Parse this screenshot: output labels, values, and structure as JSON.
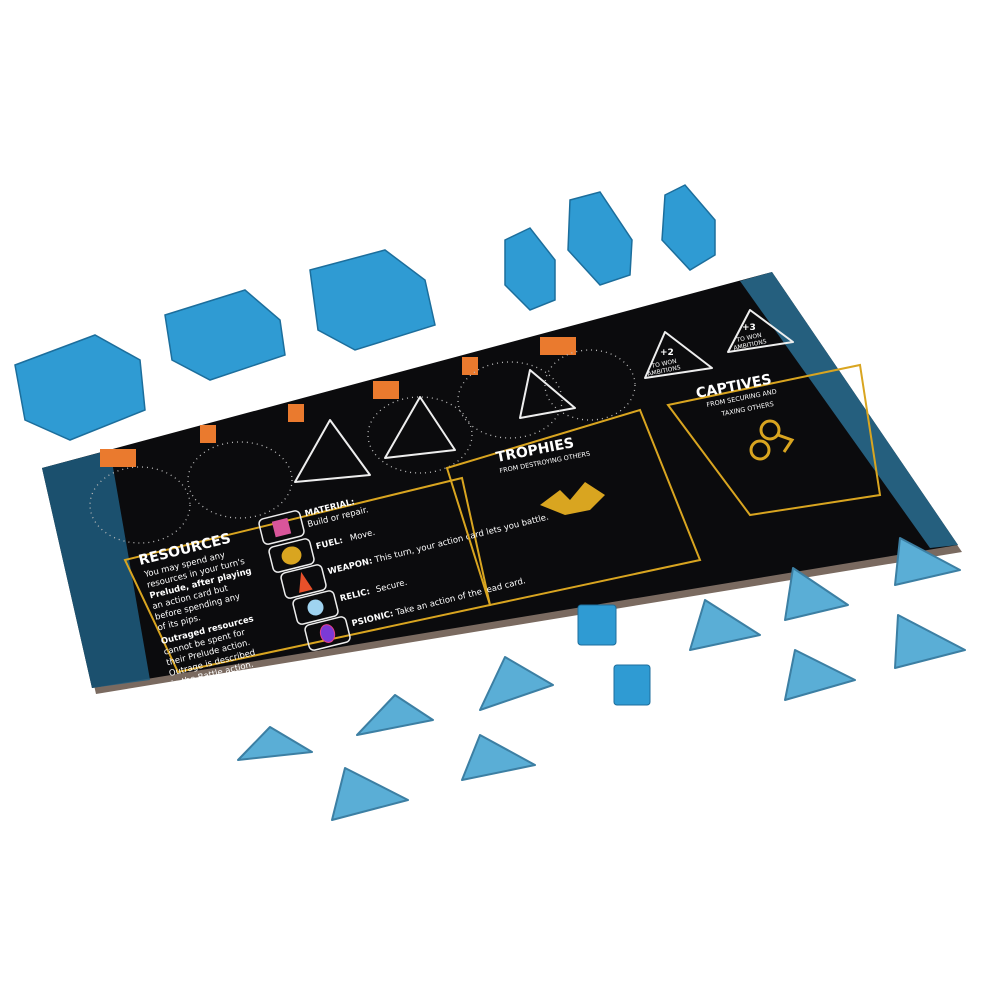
{
  "board": {
    "colors": {
      "board": "#0b0b0d",
      "edge": "#2a6f93",
      "gold": "#d9a520",
      "orange_tab": "#ea7a2e",
      "piece_blue": "#2f9bd3",
      "token_blue": "#5aaed6"
    },
    "resources": {
      "title": "RESOURCES",
      "text": [
        "You may spend any",
        "resources in your turn's",
        "Prelude, after playing",
        "an action card but",
        "before spending any",
        "of its pips."
      ],
      "outrage_text": [
        "Outraged resources",
        "cannot be spent for",
        "their Prelude action.",
        "Outrage is described",
        "in the Battle action."
      ],
      "items": [
        {
          "name": "MATERIAL:",
          "desc": "Build or repair.",
          "icon": "material-cube-icon",
          "color": "#d9559a"
        },
        {
          "name": "FUEL:",
          "desc": "Move.",
          "icon": "fuel-barrel-icon",
          "color": "#d9a520"
        },
        {
          "name": "WEAPON:",
          "desc": "This turn, your action card lets you battle.",
          "icon": "weapon-rocket-icon",
          "color": "#e8502a"
        },
        {
          "name": "RELIC:",
          "desc": "Secure.",
          "icon": "relic-icon",
          "color": "#9fd3f0"
        },
        {
          "name": "PSIONIC:",
          "desc": "Take an action of the lead card.",
          "icon": "psionic-icon",
          "color": "#7b3ad6"
        }
      ]
    },
    "trophies": {
      "title": "TROPHIES",
      "subtitle": "FROM DESTROYING OTHERS"
    },
    "captives": {
      "title": "CAPTIVES",
      "subtitle_1": "FROM SECURING AND",
      "subtitle_2": "TAXING OTHERS"
    },
    "ambitions": [
      {
        "bonus": "+2",
        "line1": "TO WON",
        "line2": "AMBITIONS"
      },
      {
        "bonus": "+3",
        "line1": "TO WON",
        "line2": "AMBITIONS"
      }
    ]
  }
}
